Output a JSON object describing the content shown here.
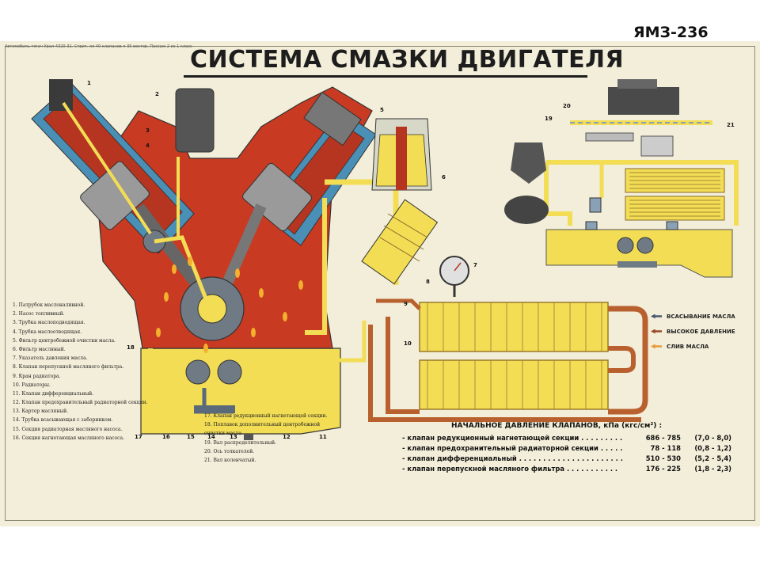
{
  "slide_title": "ЯМЗ-236",
  "poster": {
    "top_note": "Автомобиль-тягач Урал-4320-31. Стрит. лл 40 клапанов л 35 вектор. Пассаж 2 из 1 класс",
    "title": "СИСТЕМА СМАЗКИ ДВИГАТЕЛЯ"
  },
  "legend_left": [
    "1. Патрубок маслоналивной.",
    "2. Насос топливный.",
    "3. Трубка маслоподводящая.",
    "4. Трубка маслоотводящая.",
    "5. Фильтр центробежной очистки масла.",
    "6. Фильтр масляный.",
    "7. Указатель давления масла.",
    "8. Клапан перепускной масляного фильтра.",
    "9. Кран радиатора.",
    "10. Радиаторы.",
    "11. Клапан дифференциальный.",
    "12. Клапан предохранительный радиаторной секции.",
    "13. Картер масляный.",
    "14. Трубка всасывающая с заборником.",
    "15. Секция радиаторная масляного насоса.",
    "16. Секция нагнетающая масляного насоса."
  ],
  "legend_right": [
    "17. Клапан редукционный нагнетающей секции.",
    "18. Поплавок дополнительный центробежной",
    "очистки масла.",
    "19. Вал распределительный.",
    "20. Ось толкателей.",
    "21. Вал коленчатый."
  ],
  "flow_key": [
    {
      "label": "ВСАСЫВАНИЕ МАСЛА",
      "color": "#4a5a6e"
    },
    {
      "label": "ВЫСОКОЕ ДАВЛЕНИЕ",
      "color": "#9b4a2a"
    },
    {
      "label": "СЛИВ МАСЛА",
      "color": "#e79a3c"
    }
  ],
  "pressure": {
    "heading": "НАЧАЛЬНОЕ ДАВЛЕНИЕ КЛАПАНОВ, кПа (кгс/см²) :",
    "rows": [
      {
        "label": "- клапан редукционный нагнетающей секции . . . . . . . . .",
        "kpa": "686 - 785",
        "kgf": "(7,0 - 8,0)"
      },
      {
        "label": "- клапан предохранительный радиаторной секции . . . . .",
        "kpa": "78 - 118",
        "kgf": "(0,8 - 1,2)"
      },
      {
        "label": "- клапан дифференциальный . . . . . . . . . . . . . . . . . . . . . .",
        "kpa": "510 - 530",
        "kgf": "(5,2 - 5,4)"
      },
      {
        "label": "- клапан перепускной масляного фильтра . . . . . . . . . . .",
        "kpa": "176 - 225",
        "kgf": "(1,8 - 2,3)"
      }
    ]
  },
  "callouts": [
    "1",
    "2",
    "3",
    "4",
    "5",
    "6",
    "7",
    "8",
    "9",
    "10",
    "11",
    "12",
    "13",
    "14",
    "15",
    "16",
    "17",
    "18",
    "19",
    "20",
    "21"
  ]
}
